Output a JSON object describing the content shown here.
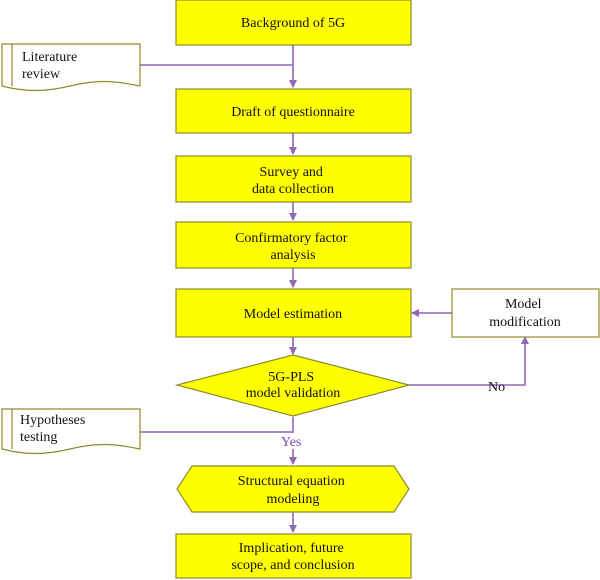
{
  "colors": {
    "fill_yellow": "#ffff00",
    "border_olive": "#8d8d2c",
    "connector_purple": "#8e68b6",
    "doc_fill": "#ffffff",
    "yes_label": "#7d4aa6",
    "no_label": "#111111"
  },
  "nodes": {
    "background": {
      "shape": "rectangle",
      "lines": [
        "Background of 5G"
      ]
    },
    "literature": {
      "shape": "document",
      "lines": [
        "Literature",
        "review"
      ]
    },
    "draft": {
      "shape": "rectangle",
      "lines": [
        "Draft of questionnaire"
      ]
    },
    "survey": {
      "shape": "rectangle",
      "lines": [
        "Survey and",
        "data collection"
      ]
    },
    "cfa": {
      "shape": "rectangle",
      "lines": [
        "Confirmatory factor",
        "analysis"
      ]
    },
    "estimation": {
      "shape": "rectangle",
      "lines": [
        "Model estimation"
      ]
    },
    "modification": {
      "shape": "rectangle",
      "lines": [
        "Model",
        "modification"
      ]
    },
    "validation": {
      "shape": "diamond",
      "lines": [
        "5G-PLS",
        "model validation"
      ]
    },
    "hypotheses": {
      "shape": "document",
      "lines": [
        "Hypotheses",
        "testing"
      ]
    },
    "sem": {
      "shape": "hexagon",
      "lines": [
        "Structural equation",
        "modeling"
      ]
    },
    "implication": {
      "shape": "rectangle",
      "lines": [
        "Implication, future",
        "scope, and conclusion"
      ]
    }
  },
  "edge_labels": {
    "yes": "Yes",
    "no": "No"
  }
}
